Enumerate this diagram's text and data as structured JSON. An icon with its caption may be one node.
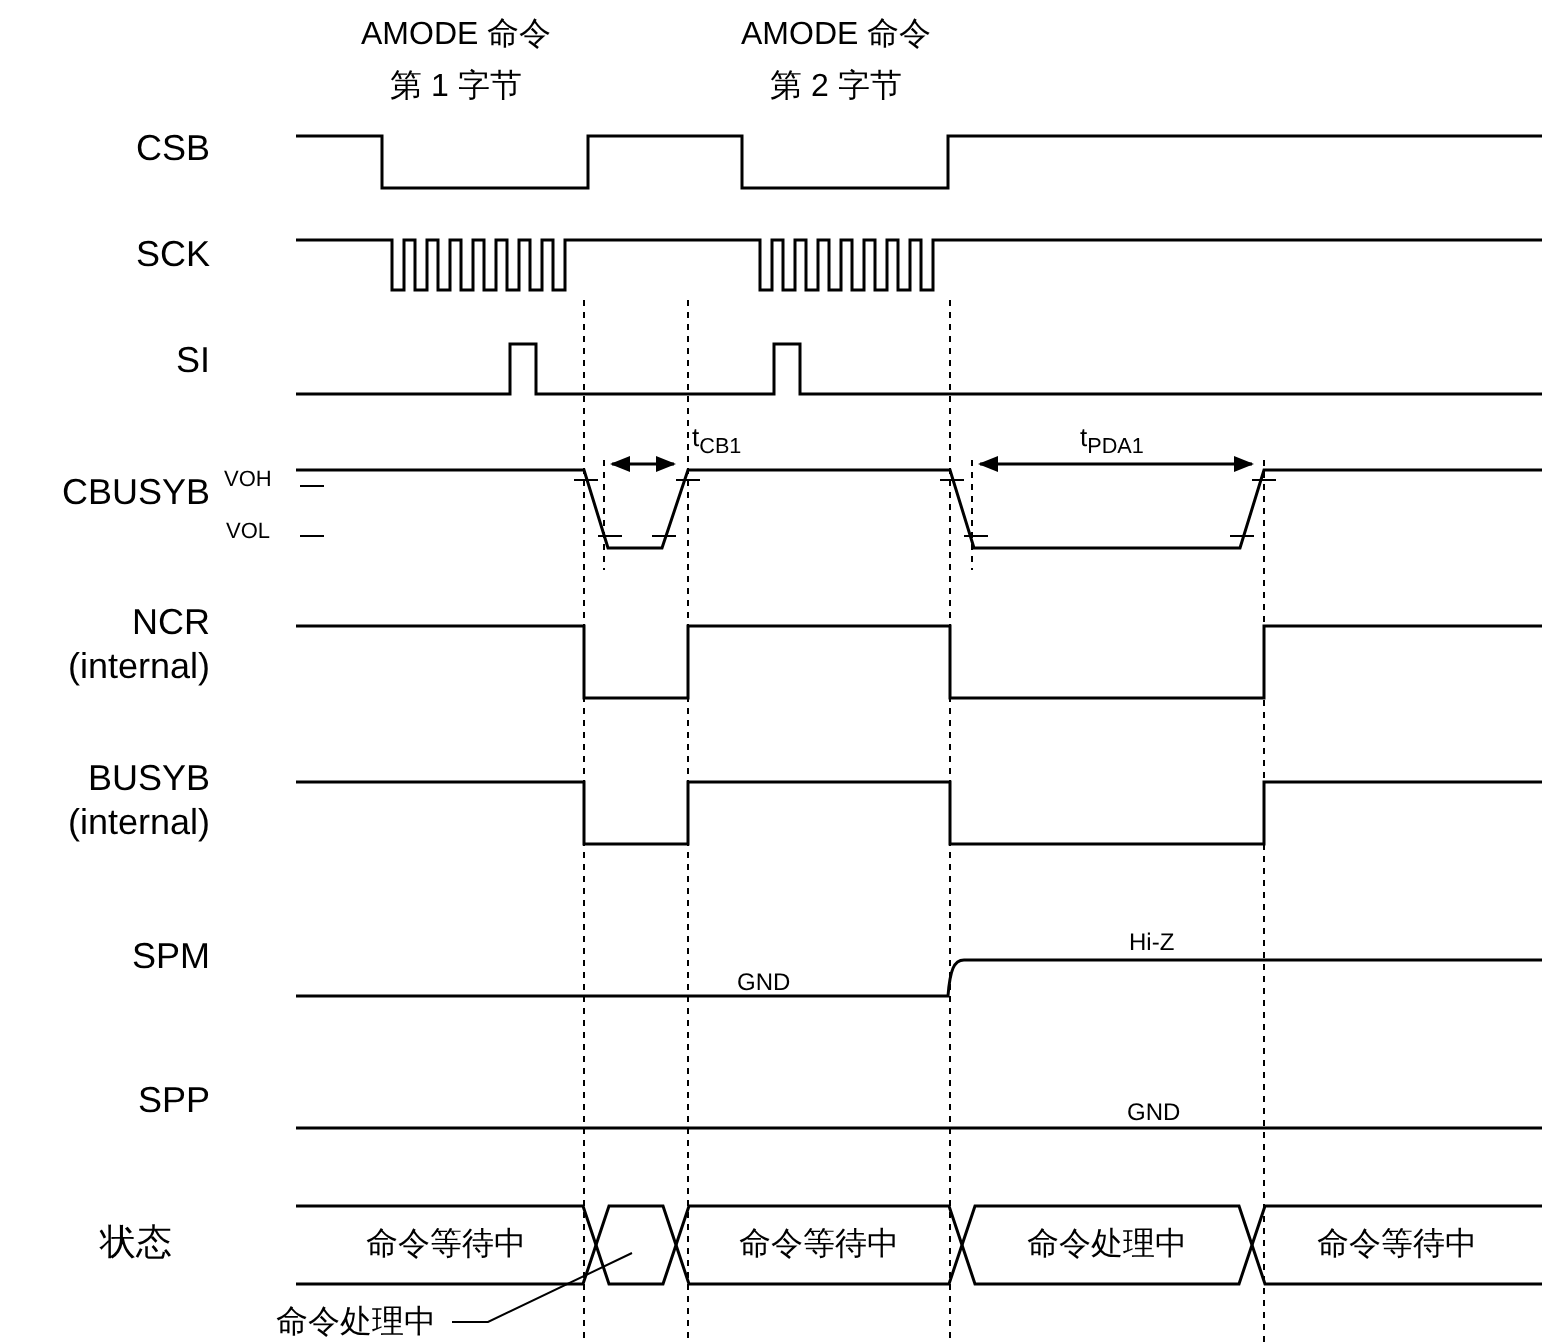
{
  "diagram": {
    "nodes": [
      {
        "text": [
          "命令等待中"
        ]
      },
      {
        "text": [],
        "shape": "hexagon"
      },
      {
        "text": [
          "命令等待中"
        ]
      },
      {
        "text": [
          "命令处理中"
        ]
      },
      {
        "text": [
          "命令等待中"
        ]
      },
      {
        "text": [
          "命令处理中"
        ]
      }
    ],
    "edges": [
      {
        "from": 5,
        "to": 1,
        "arrow": "none"
      }
    ],
    "labels": [
      "AMODE 命令",
      "第 1 字节",
      "AMODE 命令",
      "第 2 字节",
      "CSB",
      "SCK",
      "SI",
      "t$_{CB1}$",
      "t$_{PDA1}$",
      "CBUSYB",
      "VOH",
      "VOL",
      "NCR (internal)",
      "BUSYB (internal)",
      "SPM",
      "GND",
      "Hi-Z",
      "SPP",
      "GND",
      "状态"
    ]
  }
}
